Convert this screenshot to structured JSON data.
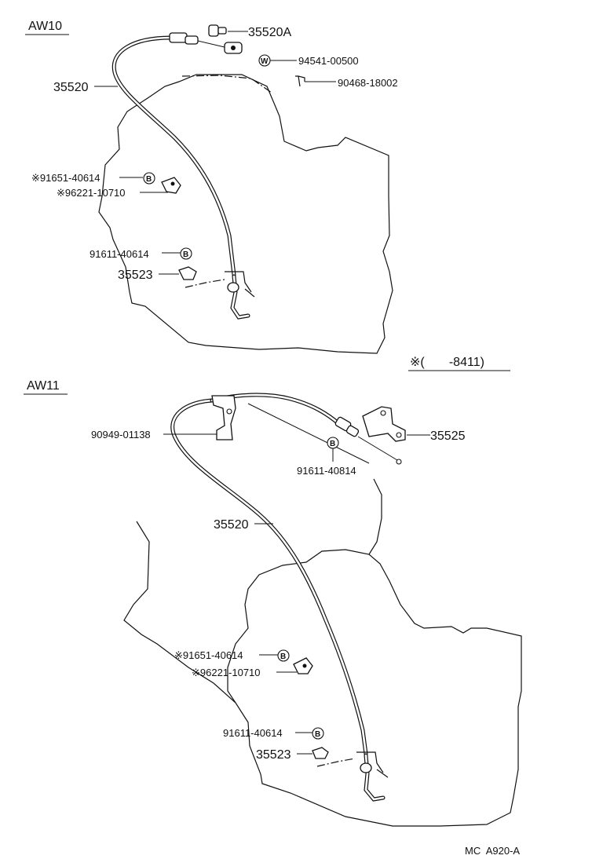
{
  "sections": {
    "top": {
      "title": "AW10",
      "labels": {
        "p35520A": "35520A",
        "p94541": "94541-00500",
        "p90468": "90468-18002",
        "p35520": "35520",
        "p91651": "※91651-40614",
        "p96221": "※96221-10710",
        "p91611": "91611-40614",
        "p35523": "35523"
      },
      "markers": {
        "w": "W",
        "b1": "B",
        "b2": "B"
      }
    },
    "note": "※(       -8411)",
    "bottom": {
      "title": "AW11",
      "labels": {
        "p90949": "90949-01138",
        "p35525": "35525",
        "p91611a": "91611-40814",
        "p35520": "35520",
        "p91651": "※91651-40614",
        "p96221": "※96221-10710",
        "p91611b": "91611-40614",
        "p35523": "35523"
      },
      "markers": {
        "b1": "B",
        "b2": "B",
        "b3": "B"
      }
    },
    "code": "MC  A920-A"
  }
}
